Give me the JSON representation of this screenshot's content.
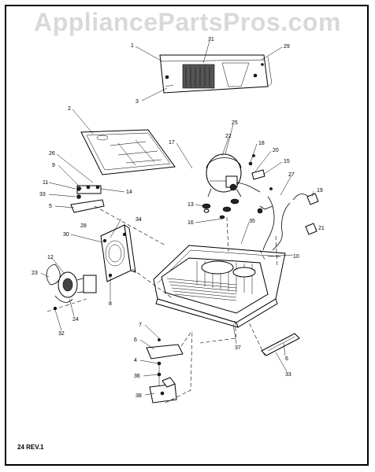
{
  "watermark": "AppliancePartsPros.com",
  "revision": "24 REV.1",
  "callouts": [
    {
      "id": "c1",
      "text": "1"
    },
    {
      "id": "c31",
      "text": "31"
    },
    {
      "id": "c29",
      "text": "29"
    },
    {
      "id": "c3",
      "text": "3"
    },
    {
      "id": "c2",
      "text": "2"
    },
    {
      "id": "c26",
      "text": "26"
    },
    {
      "id": "c9",
      "text": "9"
    },
    {
      "id": "c11",
      "text": "11"
    },
    {
      "id": "c33a",
      "text": "33"
    },
    {
      "id": "c14",
      "text": "14"
    },
    {
      "id": "c5a",
      "text": "5"
    },
    {
      "id": "c25",
      "text": "25"
    },
    {
      "id": "c22",
      "text": "22"
    },
    {
      "id": "c17",
      "text": "17"
    },
    {
      "id": "c18",
      "text": "18"
    },
    {
      "id": "c20",
      "text": "20"
    },
    {
      "id": "c15",
      "text": "15"
    },
    {
      "id": "c27",
      "text": "27"
    },
    {
      "id": "c19",
      "text": "19"
    },
    {
      "id": "c13",
      "text": "13"
    },
    {
      "id": "c16",
      "text": "16"
    },
    {
      "id": "c35",
      "text": "35"
    },
    {
      "id": "c21",
      "text": "21"
    },
    {
      "id": "c28",
      "text": "28"
    },
    {
      "id": "c34",
      "text": "34"
    },
    {
      "id": "c30",
      "text": "30"
    },
    {
      "id": "c10",
      "text": "10"
    },
    {
      "id": "c12",
      "text": "12"
    },
    {
      "id": "c23",
      "text": "23"
    },
    {
      "id": "c8",
      "text": "8"
    },
    {
      "id": "c24",
      "text": "24"
    },
    {
      "id": "c32",
      "text": "32"
    },
    {
      "id": "c37",
      "text": "37"
    },
    {
      "id": "c7",
      "text": "7"
    },
    {
      "id": "c6a",
      "text": "6"
    },
    {
      "id": "c4",
      "text": "4"
    },
    {
      "id": "c36",
      "text": "36"
    },
    {
      "id": "c38",
      "text": "38"
    },
    {
      "id": "c6b",
      "text": "6"
    },
    {
      "id": "c33b",
      "text": "33"
    }
  ]
}
